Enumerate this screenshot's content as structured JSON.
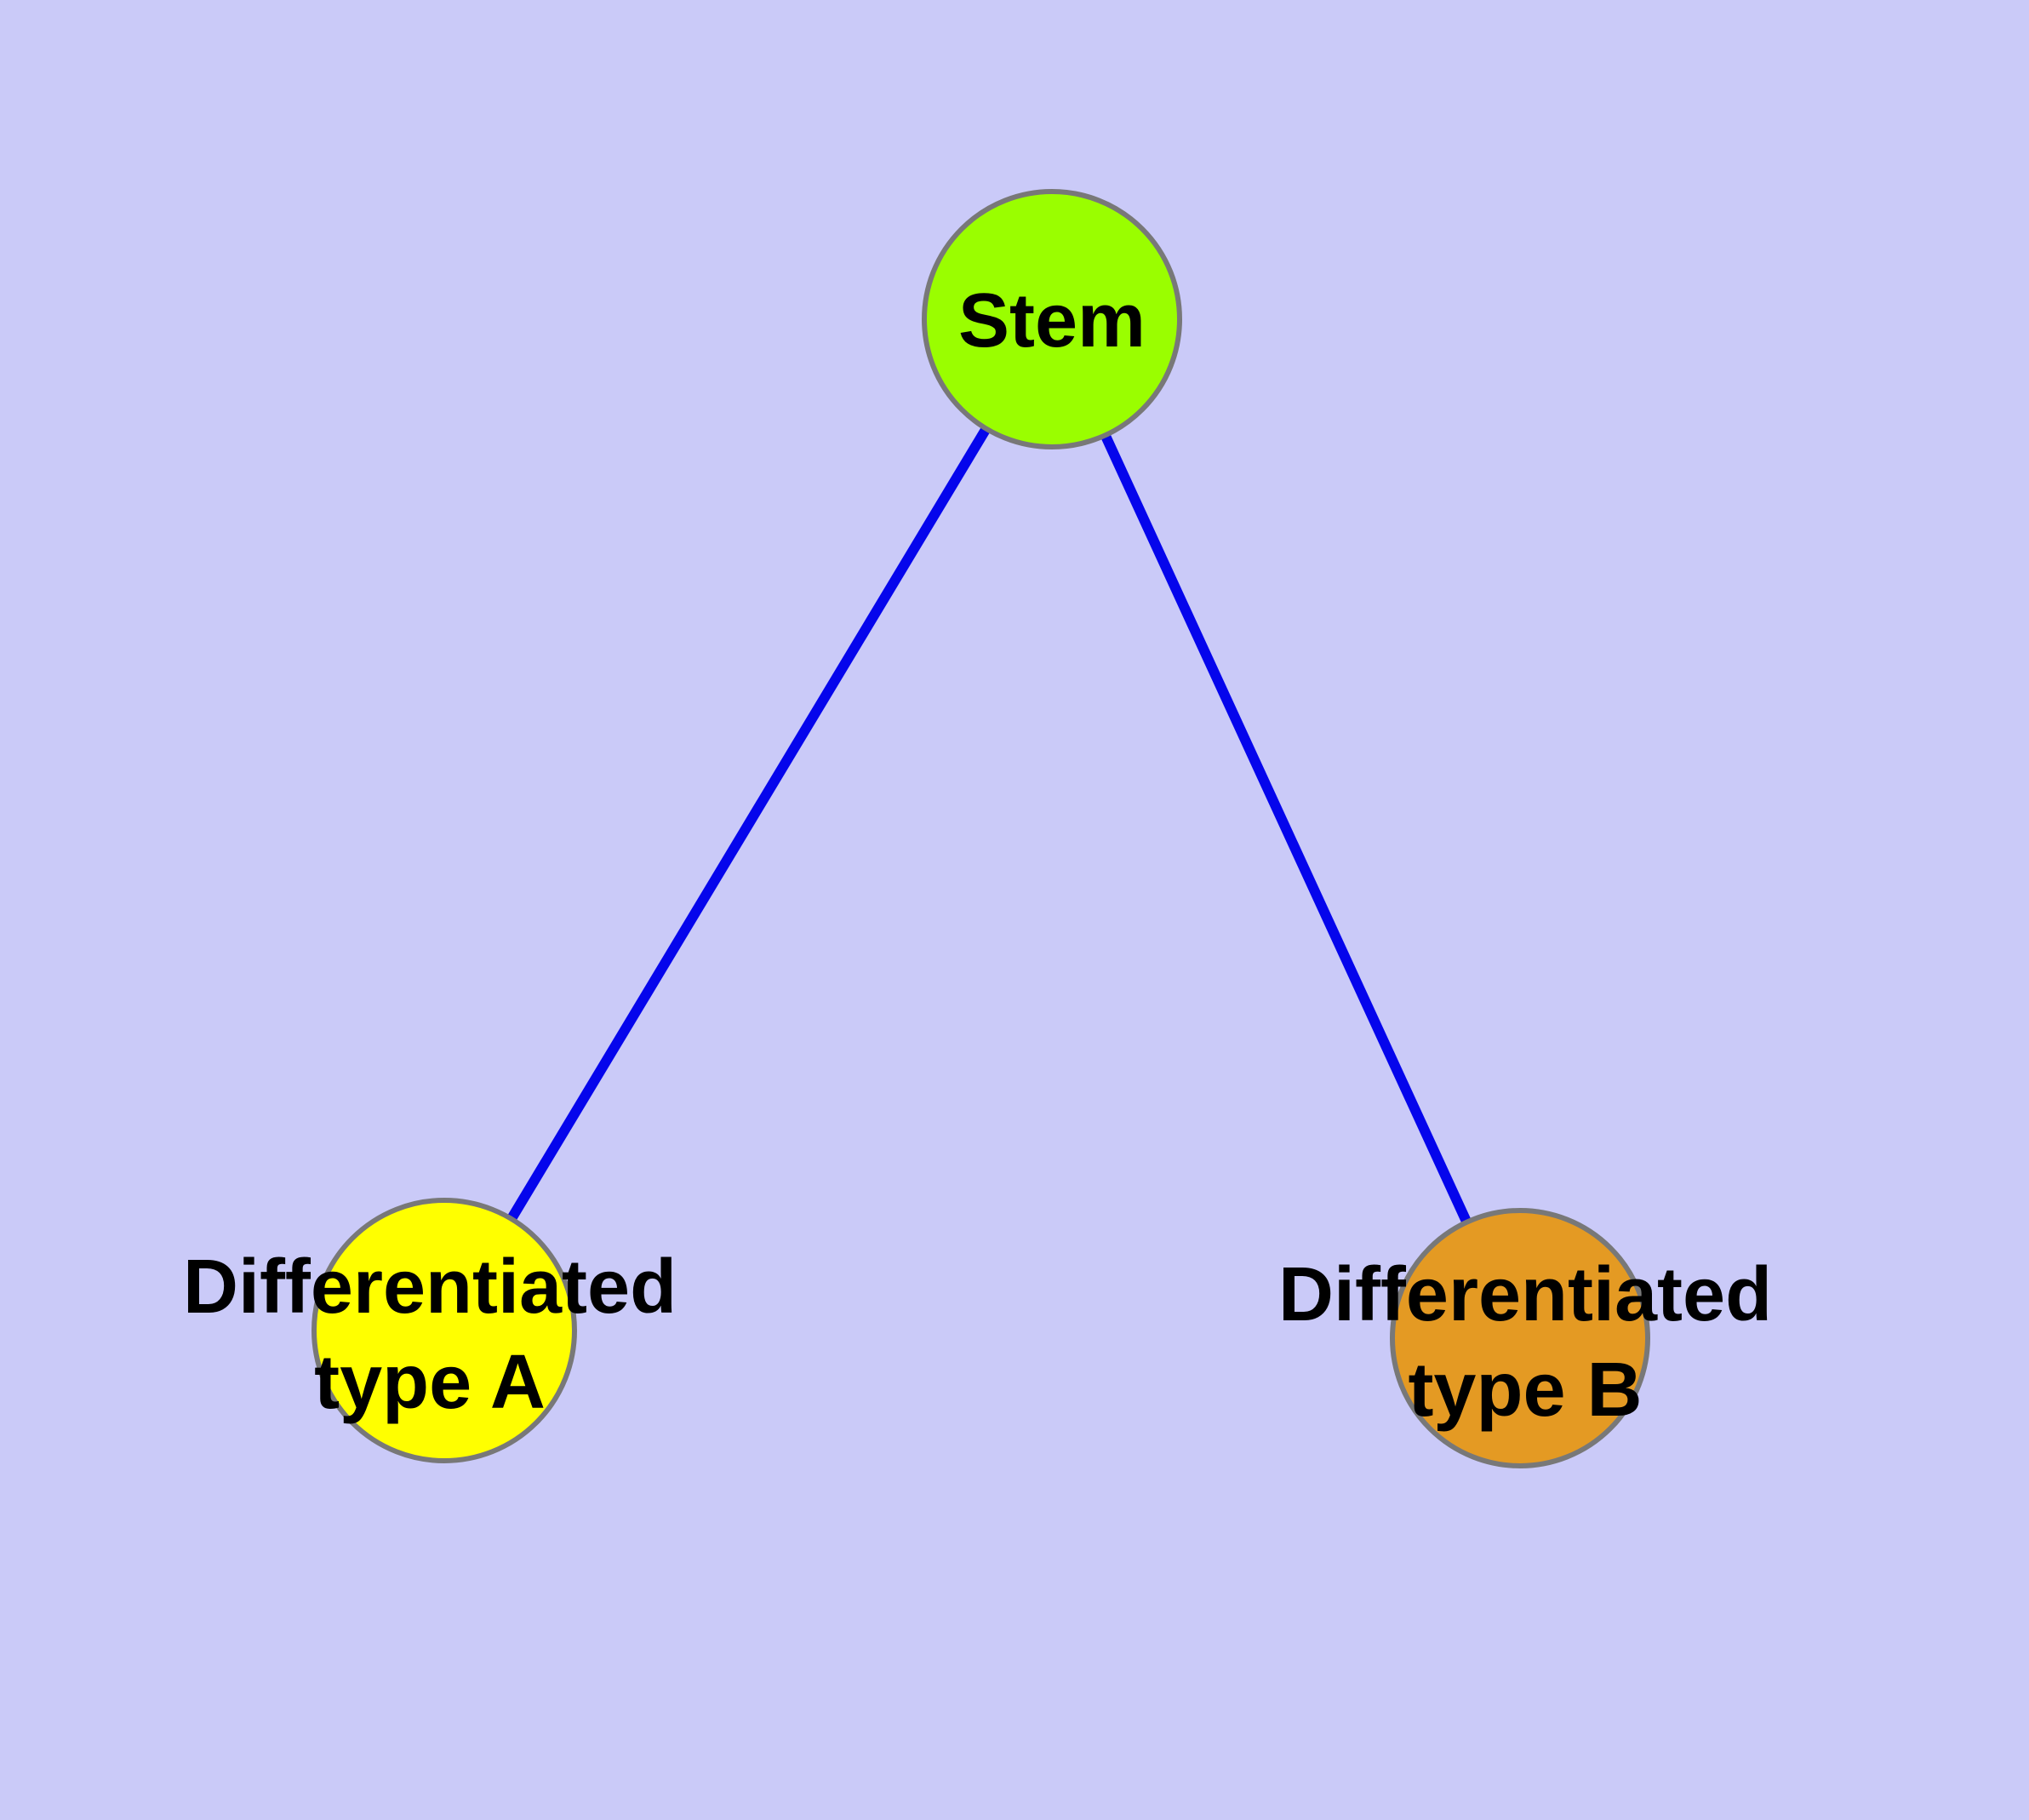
{
  "diagram": {
    "background_color": "#cacaf8",
    "edge_color": "#0505ec",
    "node_border_color": "#787878",
    "text_color": "#000000",
    "nodes": {
      "stem": {
        "id": "stem",
        "label": "Stem",
        "fill": "#9afe00"
      },
      "type_a": {
        "id": "type_a",
        "label": "Differentiated\ntype A",
        "fill": "#ffff00"
      },
      "type_b": {
        "id": "type_b",
        "label": "Differentiated\ntype B",
        "fill": "#e49a23"
      }
    },
    "edges": [
      {
        "from": "stem",
        "to": "type_a"
      },
      {
        "from": "stem",
        "to": "type_b"
      }
    ]
  }
}
